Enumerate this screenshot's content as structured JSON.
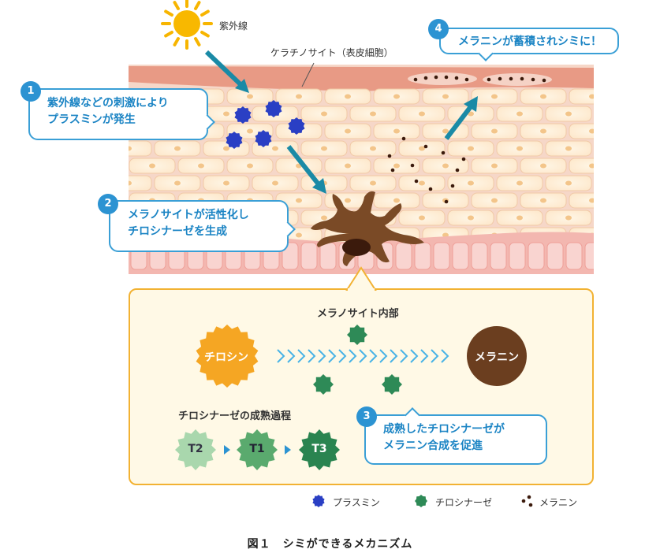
{
  "labels": {
    "uv": "紫外線",
    "keratinocyte": "ケラチノサイト（表皮細胞）"
  },
  "callouts": [
    {
      "num": "1",
      "line1": "紫外線などの刺激により",
      "line2": "プラスミンが発生"
    },
    {
      "num": "2",
      "line1": "メラノサイトが活性化し",
      "line2": "チロシナーゼを生成"
    },
    {
      "num": "3",
      "line1": "成熟したチロシナーゼが",
      "line2": "メラニン合成を促進"
    },
    {
      "num": "4",
      "line1": "メラニンが蓄積されシミに！",
      "line2": ""
    }
  ],
  "panel": {
    "title": "メラノサイト内部",
    "tyrosine": "チロシン",
    "melanin": "メラニン",
    "maturation_title": "チロシナーゼの成熟過程",
    "stages": [
      "T2",
      "T1",
      "T3"
    ]
  },
  "legend": {
    "plasmin": "プラスミン",
    "tyrosinase": "チロシナーゼ",
    "melanin": "メラニン"
  },
  "caption": "図１　シミができるメカニズム",
  "colors": {
    "callout_blue": "#2c93d2",
    "plasmin": "#2a3fc4",
    "tyrosinase": "#2e8a57",
    "melanin": "#6b3e1f",
    "tyrosine": "#f5a623",
    "panel_border": "#f2b233",
    "arrow": "#1a8aa6",
    "skin_top": "#e89a85"
  }
}
